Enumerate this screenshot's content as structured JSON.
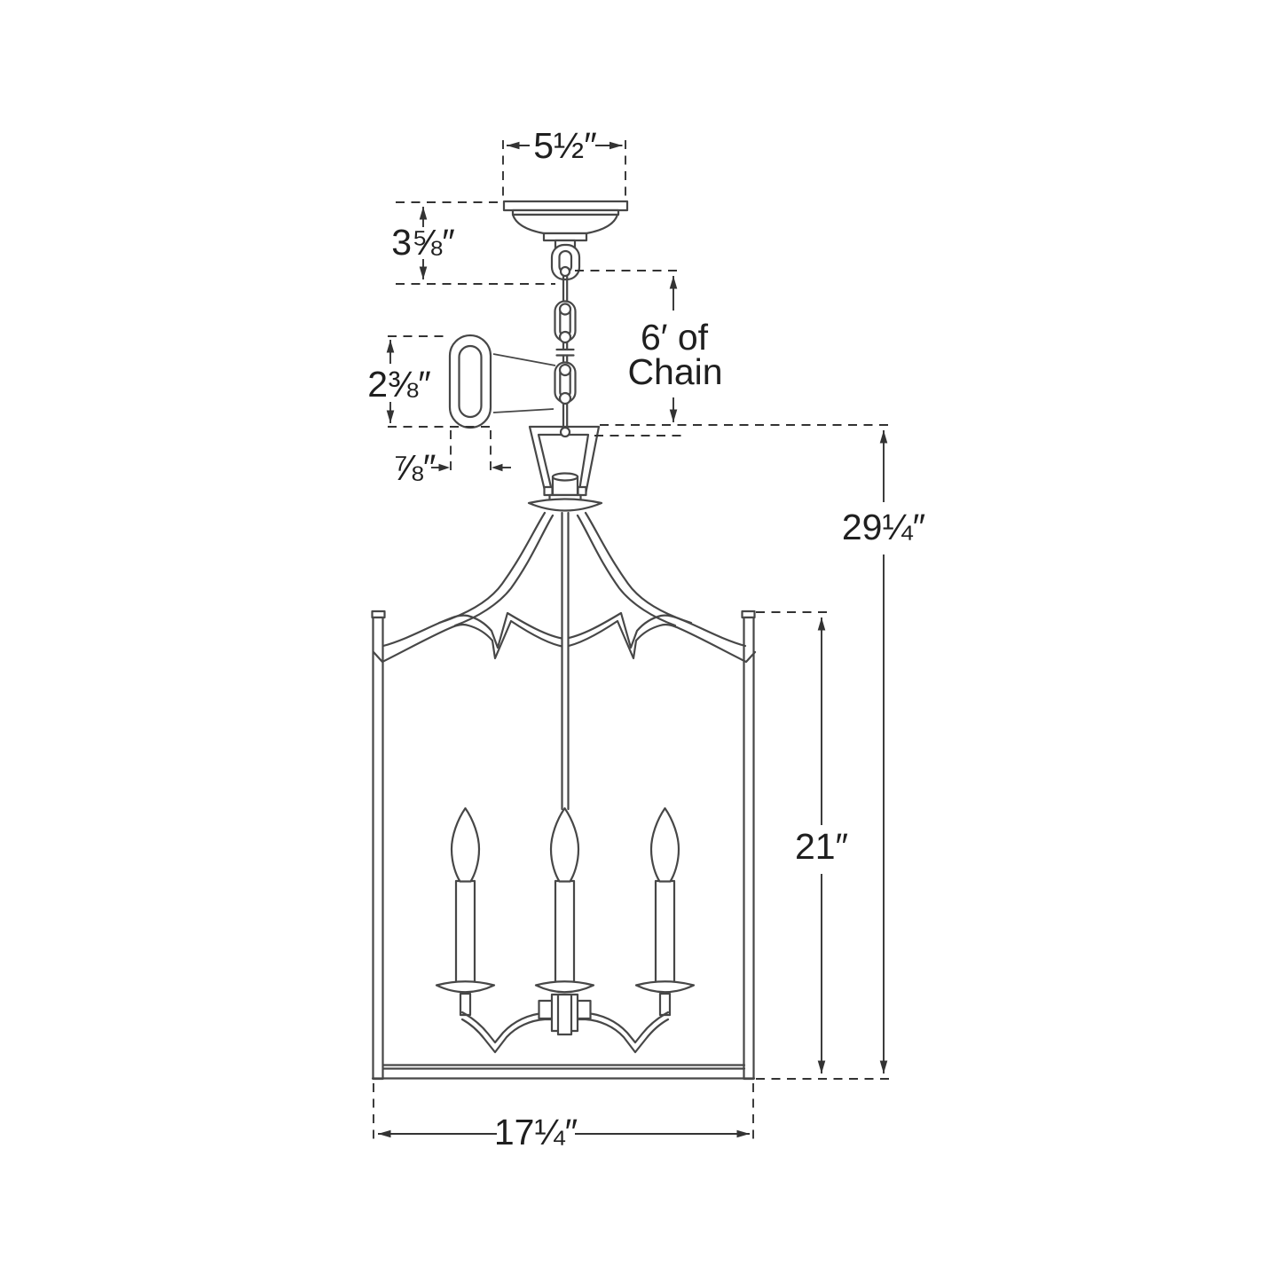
{
  "diagram": {
    "kind": "lantern-chandelier dimension line drawing",
    "labels": {
      "canopy_width": "5½″",
      "canopy_height": "3⅝″",
      "chain_length_line1": "6′ of",
      "chain_length_line2": "Chain",
      "chain_link_height": "2⅜″",
      "chain_link_width": "⅞″",
      "overall_height": "29¼″",
      "body_height": "21″",
      "body_width": "17¼″"
    },
    "fixture": {
      "candle_count": 3
    },
    "colors": {
      "background": "#ffffff",
      "fixture_line": "#474747",
      "dimension_line": "#333333",
      "label_text": "#1f1f1f"
    }
  }
}
